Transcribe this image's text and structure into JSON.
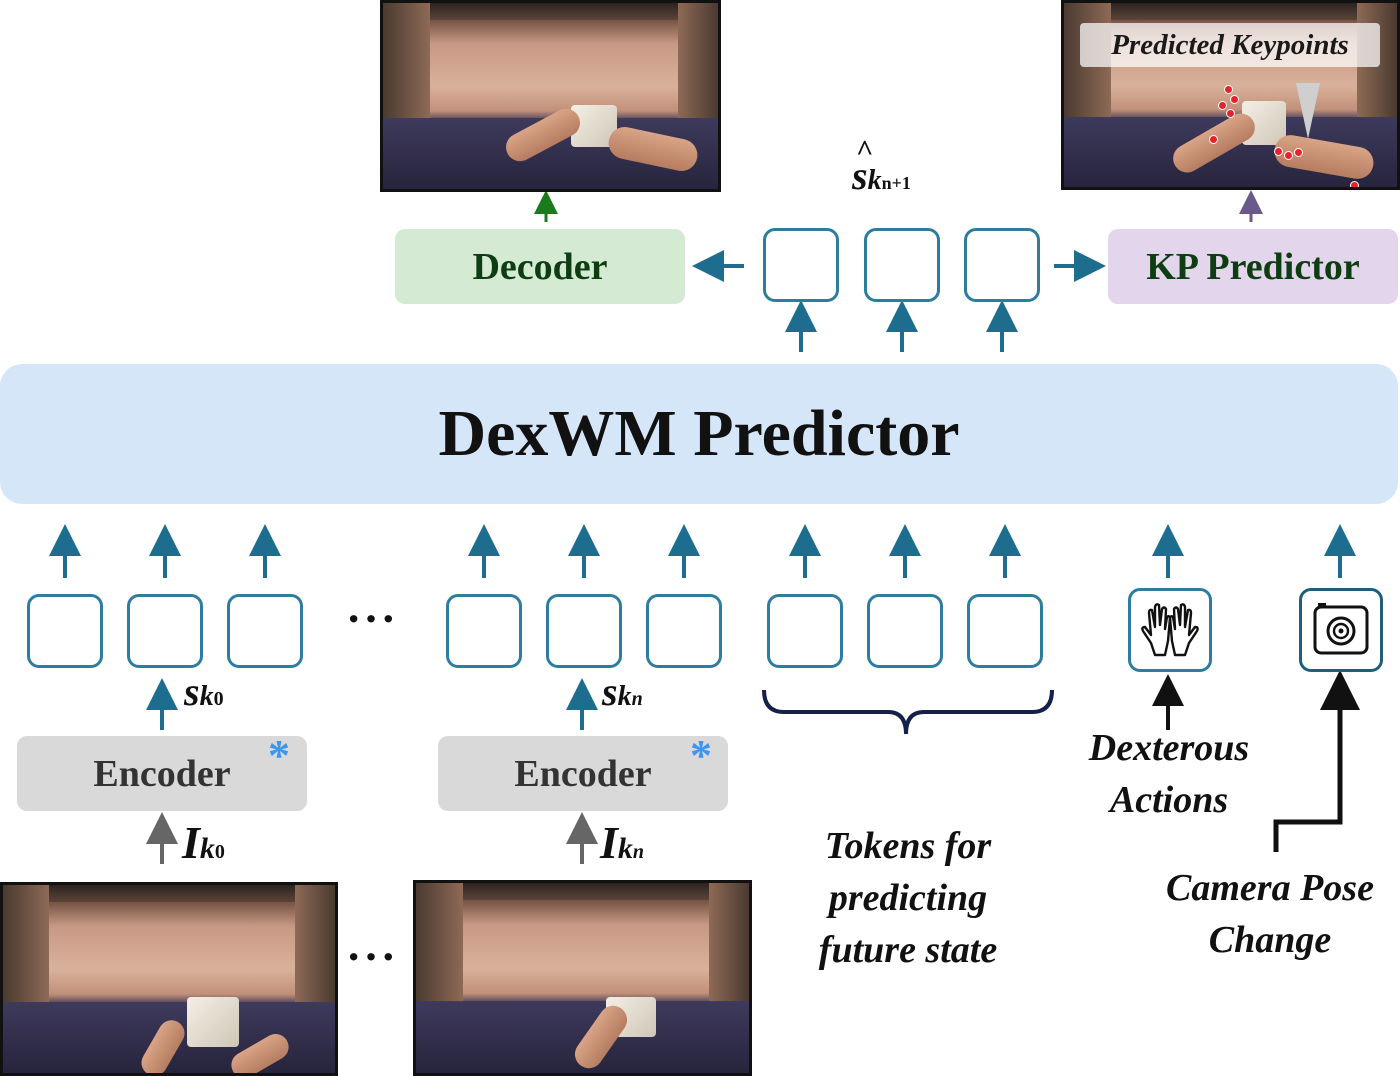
{
  "predictor": {
    "label": "DexWM Predictor"
  },
  "decoder": {
    "label": "Decoder"
  },
  "kp_predictor": {
    "label": "KP Predictor"
  },
  "keypoints_caption": "Predicted Keypoints",
  "encoder": {
    "label": "Encoder"
  },
  "ellipsis": "···",
  "math": {
    "s_hat": "s",
    "s_hat_accent": "^",
    "s_hat_sub": "k",
    "s_hat_subsub": "n+1",
    "s0": "s",
    "s0_sub": "k",
    "s0_subsub": "0",
    "sn": "s",
    "sn_sub": "k",
    "sn_subsub": "n",
    "i0": "I",
    "i0_sub": "k",
    "i0_subsub": "0",
    "in": "I",
    "in_sub": "k",
    "in_subsub": "n"
  },
  "labels": {
    "tokens_line1": "Tokens for",
    "tokens_line2": "predicting",
    "tokens_line3": "future state",
    "dex_line1": "Dexterous",
    "dex_line2": "Actions",
    "cam_line1": "Camera Pose",
    "cam_line2": "Change"
  },
  "icons": {
    "hands": "hands-icon",
    "camera": "camera-icon",
    "encoder_mark": "asterisk-icon"
  },
  "colors": {
    "token_border": "#2e7d9f",
    "predictor_fill": "#d6e6f9",
    "decoder_fill": "#d5ead3",
    "decoder_text": "#0e3d12",
    "kp_fill": "#e2d5ec",
    "encoder_fill": "#d9d9d9",
    "asterisk": "#3a96f0"
  }
}
